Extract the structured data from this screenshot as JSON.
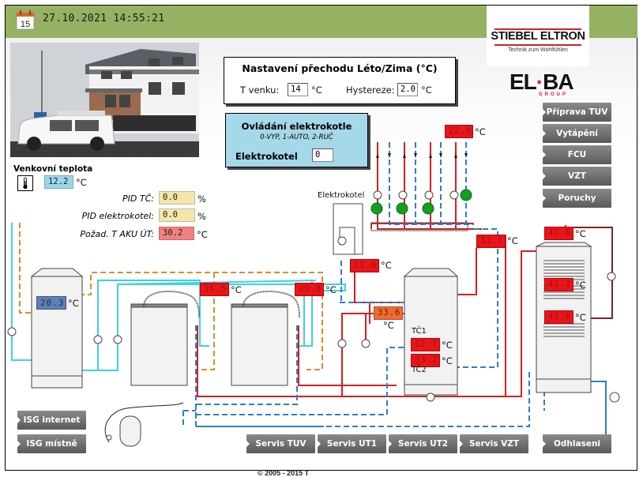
{
  "header": {
    "date_time": "27.10.2021 14:55:21",
    "calendar_day": "15",
    "brand_primary": "STIEBEL ELTRON",
    "brand_primary_tagline": "Technik zum Wohlfühlen",
    "brand_secondary": "EL",
    "brand_secondary_b": "BA",
    "brand_secondary_group": "GROUP"
  },
  "season_switch": {
    "title": "Nastavení přechodu Léto/Zima (°C)",
    "t_outside_label": "T venku:",
    "t_outside_value": "14",
    "hysteresis_label": "Hystereze:",
    "hysteresis_value": "2.0",
    "unit": "°C"
  },
  "boiler_control": {
    "title": "Ovládání elektrokotle",
    "subtitle": "0-VYP, 1-AUTO, 2-RUČ",
    "label": "Elektrokotel",
    "value": "0"
  },
  "outside": {
    "title": "Venkovní teplota",
    "value": "12.2",
    "unit": "°C"
  },
  "pid": [
    {
      "label": "PID TČ:",
      "value": "0.0",
      "unit": "%"
    },
    {
      "label": "PID elektrokotel:",
      "value": "0.0",
      "unit": "%"
    },
    {
      "label": "Požad. T AKU ÚT:",
      "value": "30.2",
      "unit": "°C"
    }
  ],
  "diagram": {
    "elektrokotel_label": "Elektrokotel",
    "tc1_label": "TČ1",
    "tc2_label": "TČ2",
    "unit": "°C",
    "temps": {
      "distributor_top": "22.9",
      "distributor_return": "33.7",
      "elektrokotel_out": "22.6",
      "buffer_in": "33.6",
      "tc1": "32.7",
      "tc2": "33.2",
      "hp1": "35.5",
      "hp2": "29.8",
      "cold_tank": "20.3",
      "dhw_top": "47.6",
      "dhw_mid": "42.2",
      "dhw_bottom": "45.6"
    },
    "pump_status_color": "#16a016",
    "supply_color": "#d42020",
    "return_color": "#2f7fc4",
    "cold_color": "#3ad2e4",
    "ground_color": "#e08a28"
  },
  "nav_right": [
    "Příprava TUV",
    "Vytápění",
    "FCU",
    "VZT",
    "Poruchy"
  ],
  "nav_left": [
    "ISG internet",
    "ISG místně"
  ],
  "nav_bottom": [
    "Servis TUV",
    "Servis UT1",
    "Servis UT2",
    "Servis VZT"
  ],
  "logout": "Odhlaseni",
  "footer": "© 2005 - 2015 T"
}
